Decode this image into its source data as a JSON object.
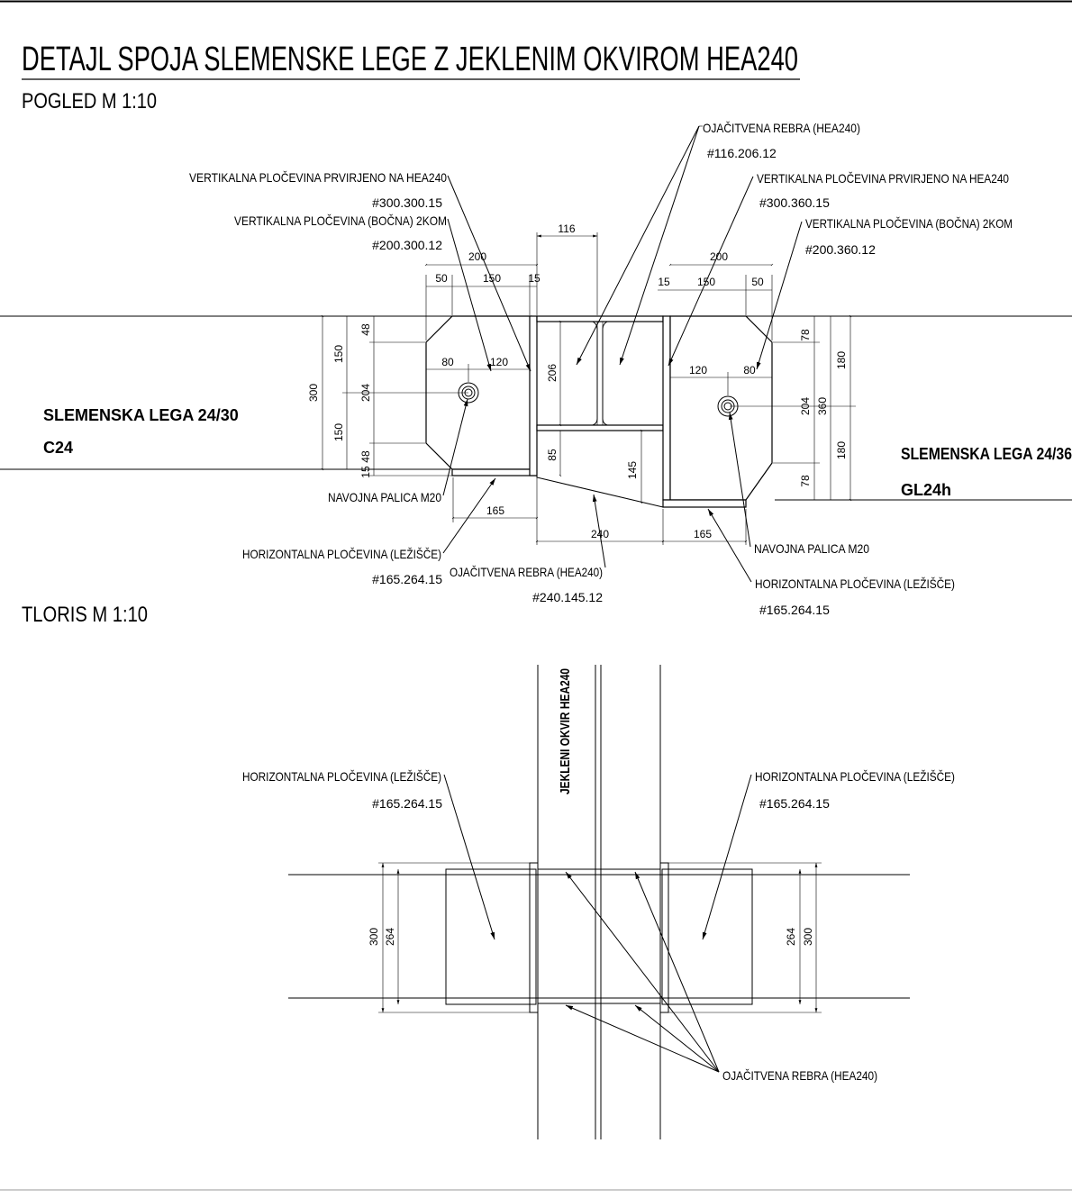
{
  "title": "DETAJL SPOJA SLEMENSKE LEGE Z JEKLENIM OKVIROM HEA240",
  "view_elevation": "POGLED M 1:10",
  "view_plan": "TLORIS M 1:10",
  "frame_label": "JEKLENI OKVIR HEA240",
  "beam_left": {
    "name": "SLEMENSKA LEGA 24/30",
    "grade": "C24"
  },
  "beam_right": {
    "name": "SLEMENSKA LEGA 24/36",
    "grade": "GL24h"
  },
  "callouts": {
    "ribs_top": {
      "name": "OJAČITVENA REBRA (HEA240)",
      "code": "#116.206.12"
    },
    "vplate_left": {
      "name": "VERTIKALNA PLOČEVINA PRVIRJENO NA HEA240",
      "code": "#300.300.15"
    },
    "side_left": {
      "name": "VERTIKALNA PLOČEVINA (BOČNA) 2KOM",
      "code": "#200.300.12"
    },
    "vplate_right": {
      "name": "VERTIKALNA PLOČEVINA PRVIRJENO NA HEA240",
      "code": "#300.360.15"
    },
    "side_right": {
      "name": "VERTIKALNA PLOČEVINA (BOČNA) 2KOM",
      "code": "#200.360.12"
    },
    "rod_left": {
      "name": "NAVOJNA PALICA M20"
    },
    "hplate_left": {
      "name": "HORIZONTALNA PLOČEVINA (LEŽIŠČE)",
      "code": "#165.264.15"
    },
    "ribs_bottom": {
      "name": "OJAČITVENA REBRA (HEA240)",
      "code": "#240.145.12"
    },
    "rod_right": {
      "name": "NAVOJNA PALICA M20"
    },
    "hplate_right": {
      "name": "HORIZONTALNA PLOČEVINA (LEŽIŠČE)",
      "code": "#165.264.15"
    },
    "plan_hplate_left": {
      "name": "HORIZONTALNA PLOČEVINA (LEŽIŠČE)",
      "code": "#165.264.15"
    },
    "plan_hplate_right": {
      "name": "HORIZONTALNA PLOČEVINA (LEŽIŠČE)",
      "code": "#165.264.15"
    },
    "plan_ribs": {
      "name": "OJAČITVENA REBRA (HEA240)"
    }
  },
  "dims": {
    "d116": "116",
    "d200l": "200",
    "d50l": "50",
    "d150l": "150",
    "d15l": "15",
    "d200r": "200",
    "d15r": "15",
    "d150r": "150",
    "d50r": "50",
    "d80l": "80",
    "d120l": "120",
    "d120r": "120",
    "d80r": "80",
    "d300": "300",
    "d150a": "150",
    "d150b": "150",
    "d48a": "48",
    "d204l": "204",
    "d48b": "48",
    "d15v": "15",
    "d206": "206",
    "d85": "85",
    "d145": "145",
    "d78a": "78",
    "d204r": "204",
    "d78b": "78",
    "d180a": "180",
    "d360": "360",
    "d180b": "180",
    "d165l": "165",
    "d240": "240",
    "d165r": "165",
    "p300l": "300",
    "p264l": "264",
    "p264r": "264",
    "p300r": "300"
  },
  "colors": {
    "frame_label": "#1a3fd1",
    "line": "#000000"
  }
}
